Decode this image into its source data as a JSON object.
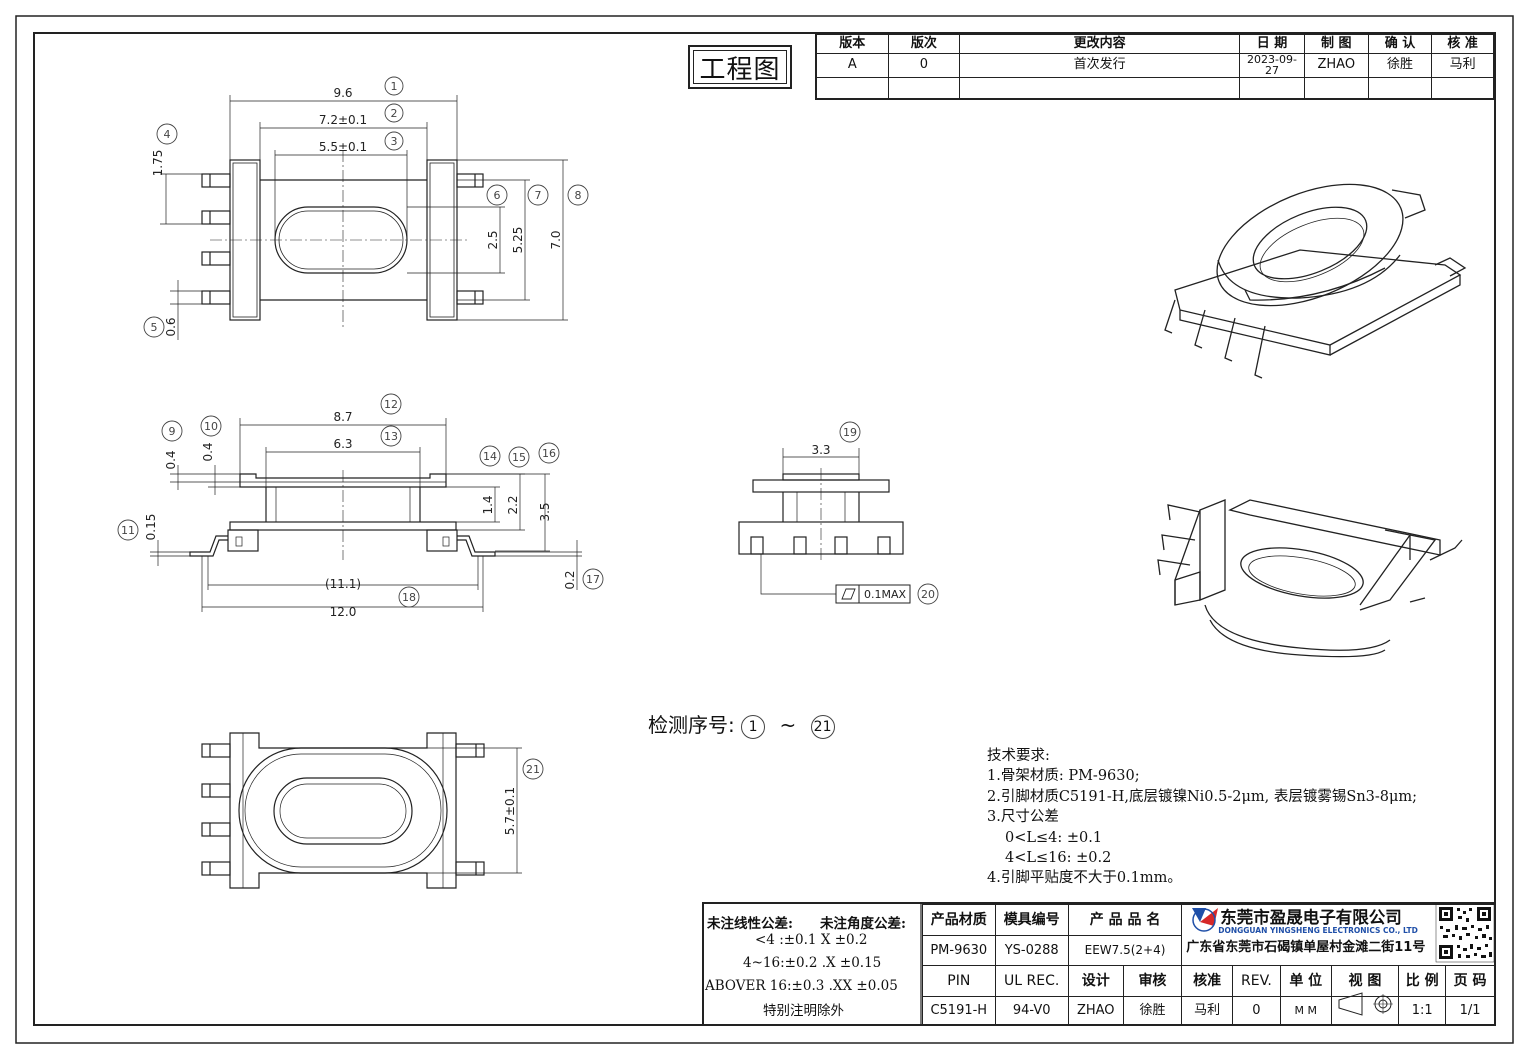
{
  "drawing_title": "工程图",
  "revision_table": {
    "headers": [
      "版本",
      "版次",
      "更改内容",
      "日 期",
      "制 图",
      "确 认",
      "核 准"
    ],
    "rows": [
      [
        "A",
        "0",
        "首次发行",
        "2023-09-27",
        "ZHAO",
        "徐胜",
        "马利"
      ]
    ]
  },
  "dimensions": {
    "top_view": [
      "9.6",
      "7.2±0.1",
      "5.5±0.1",
      "1.75",
      "0.6",
      "2.5",
      "5.25",
      "7.0"
    ],
    "side_view": [
      "8.7",
      "6.3",
      "0.4",
      "0.4",
      "0.15",
      "1.4",
      "2.2",
      "3.5",
      "0.2",
      "(11.1)",
      "12.0"
    ],
    "end_view": [
      "3.3",
      "0.1MAX"
    ],
    "bottom_view": [
      "5.7±0.1"
    ]
  },
  "balloons": [
    "1",
    "2",
    "3",
    "4",
    "5",
    "6",
    "7",
    "8",
    "9",
    "10",
    "11",
    "12",
    "13",
    "14",
    "15",
    "16",
    "17",
    "18",
    "19",
    "20",
    "21"
  ],
  "inspection": {
    "label": "检测序号:",
    "range_start": "1",
    "tilde": "~",
    "range_end": "21"
  },
  "tech_requirements": {
    "title": "技术要求:",
    "lines": [
      "1.骨架材质: PM-9630;",
      "2.引脚材质C5191-H,底层镀镍Ni0.5-2μm, 表层镀雾锡Sn3-8μm;",
      "3.尺寸公差",
      "0<L≤4: ±0.1",
      "4<L≤16: ±0.2",
      "4.引脚平贴度不大于0.1mm。"
    ]
  },
  "tolerance_note": {
    "linear_label": "未注线性公差:",
    "angle_label": "未注角度公差:",
    "line1": "<4 :±0.1  X ±0.2",
    "line2": "4~16:±0.2  .X ±0.15",
    "line3": "ABOVER 16:±0.3  .XX ±0.05",
    "line4": "特别注明除外"
  },
  "title_block": {
    "material_label": "产品材质",
    "mold_label": "模具编号",
    "product_label": "产 品 品 名",
    "material": "PM-9630",
    "mold": "YS-0288",
    "product": "EEW7.5(2+4)",
    "pin_label": "PIN",
    "ul_label": "UL REC.",
    "design_label": "设计",
    "review_label": "审核",
    "approve_label": "核准",
    "rev_label": "REV.",
    "unit_label": "单 位",
    "view_label": "视 图",
    "scale_label": "比 例",
    "page_label": "页 码",
    "pin": "C5191-H",
    "ul": "94-V0",
    "designer": "ZHAO",
    "reviewer": "徐胜",
    "approver": "马利",
    "rev": "0",
    "unit": "M M",
    "scale": "1:1",
    "page": "1/1"
  },
  "company": {
    "name_cn": "东莞市盈晟电子有限公司",
    "name_en": "DONGGUAN YINGSHENG ELECTRONICS CO., LTD",
    "address": "广东省东莞市石碣镇单屋村金滩二街11号"
  },
  "colors": {
    "line": "#222222",
    "logo_blue": "#1f4fa8",
    "logo_red": "#d62828"
  }
}
